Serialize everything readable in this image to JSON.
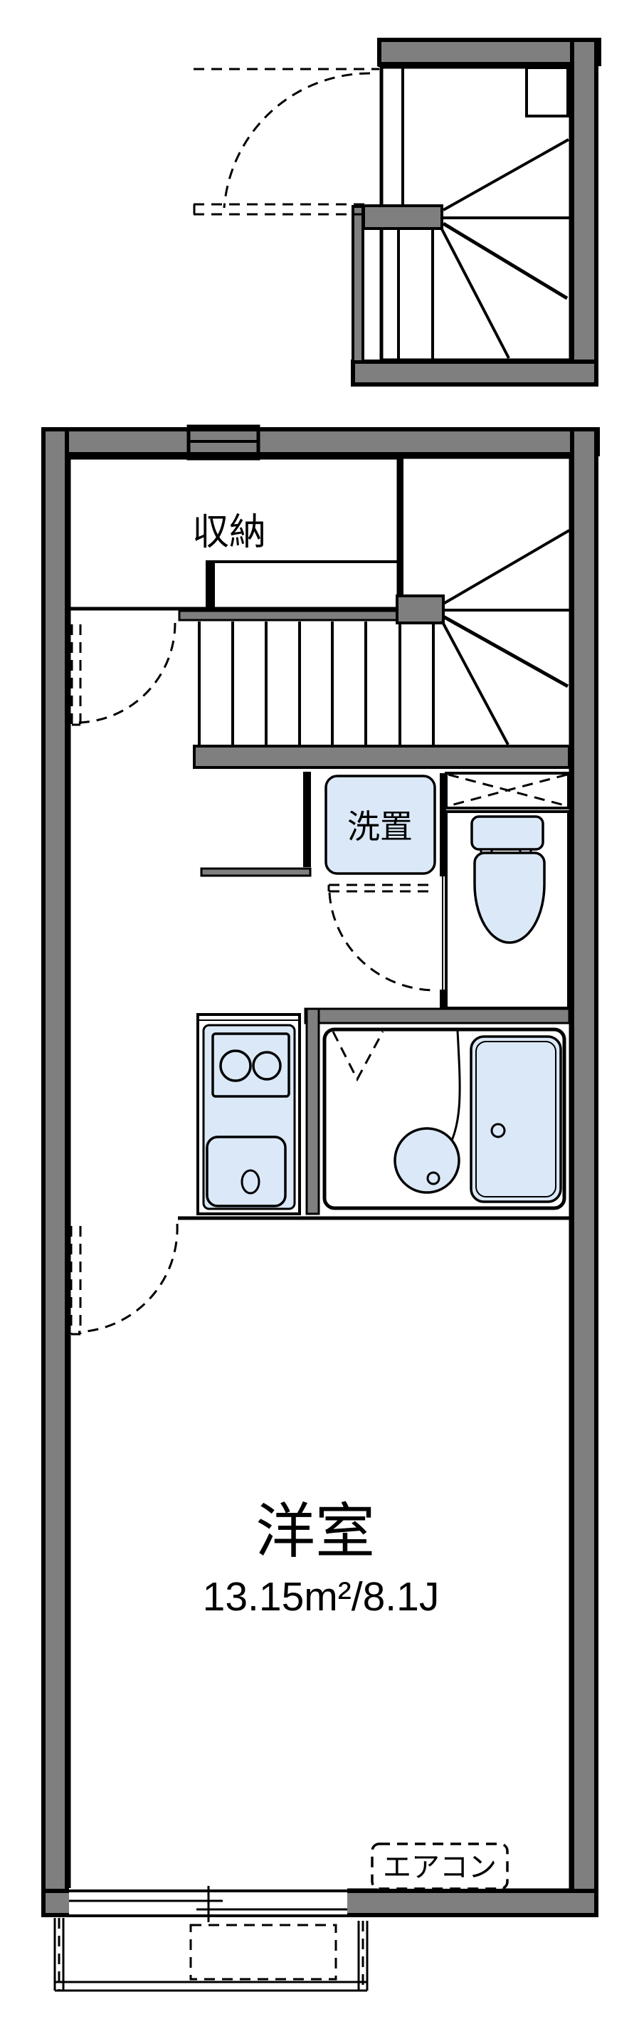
{
  "plan": {
    "type": "japanese-apartment-floor-plan",
    "colors": {
      "wall_gray": "#7f7f7f",
      "closet_cream": "#FCF3DE",
      "fixture_blue": "#DBE8F8",
      "line_black": "#000000",
      "paper_white": "#ffffff"
    },
    "labels": {
      "closet": "収納",
      "laundry": "洗置",
      "western_room": "洋室",
      "western_room_size": "13.15m²/8.1J",
      "aircon": "エアコン"
    }
  }
}
